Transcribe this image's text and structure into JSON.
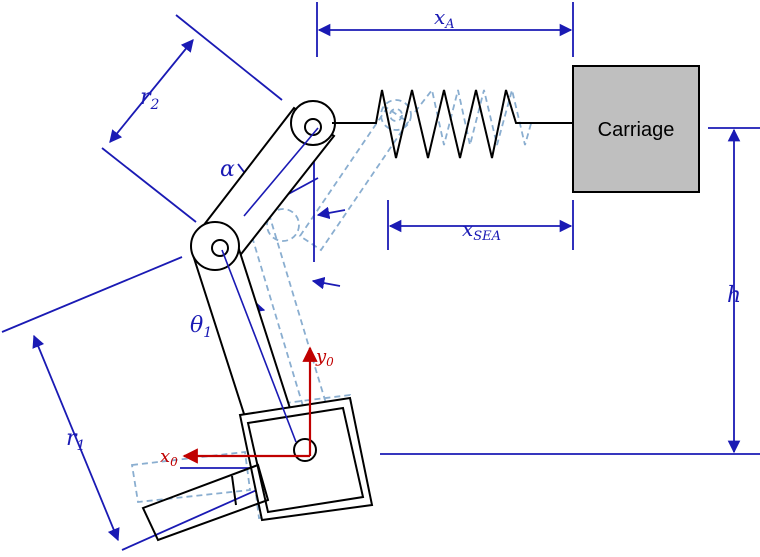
{
  "carriage": {
    "label": "Carriage"
  },
  "labels": {
    "x_A": "x",
    "x_A_sub": "A",
    "x_SEA": "x",
    "x_SEA_sub": "SEA",
    "r_2": "r",
    "r_2_sub": "2",
    "r_1": "r",
    "r_1_sub": "1",
    "alpha": "α",
    "theta_1": "θ",
    "theta_1_sub": "1",
    "h": "h",
    "y_0": "y",
    "y_0_sub": "0",
    "x_0": "x",
    "x_0_sub": "0"
  },
  "colors": {
    "dimension": "#1a1ab4",
    "axes": "#c00000",
    "ghost": "#8aaed0",
    "outline": "#000000",
    "carriage_fill": "#bfbfbf"
  }
}
